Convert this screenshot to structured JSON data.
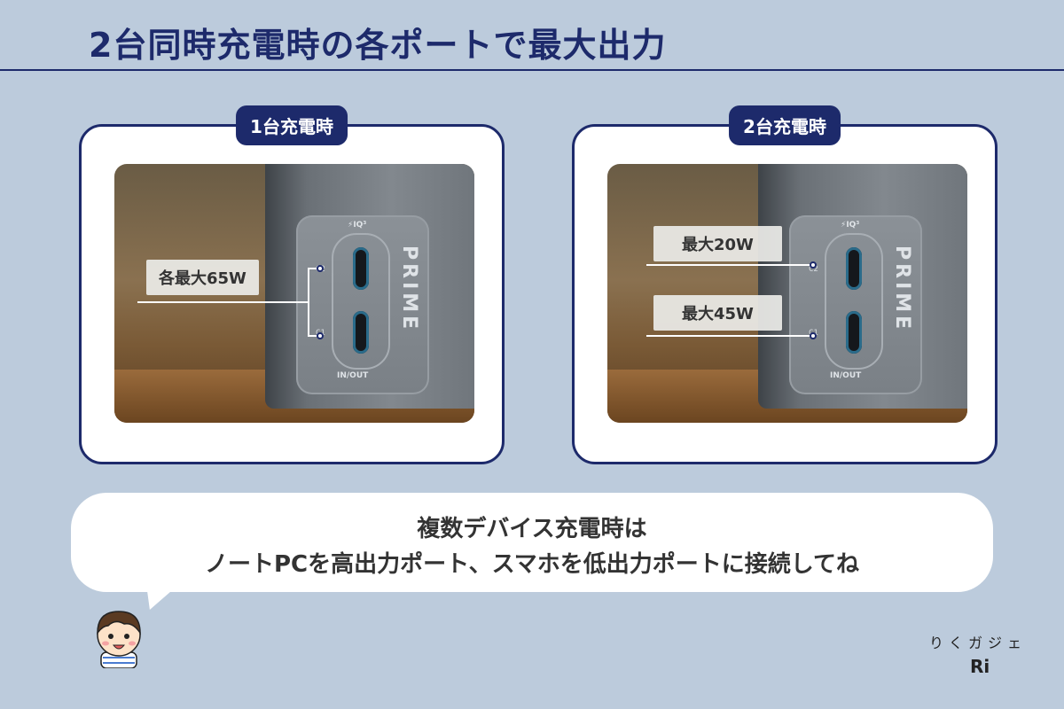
{
  "title": "2台同時充電時の各ポートで最大出力",
  "panels": {
    "left": {
      "tag": "1台充電時",
      "label": "各最大65W",
      "brand": "PRIME",
      "iq_mark": "⚡IQ³",
      "port_c2": "C2",
      "port_c1": "C1",
      "inout": "IN/OUT"
    },
    "right": {
      "tag": "2台充電時",
      "label_top": "最大20W",
      "label_bottom": "最大45W",
      "brand": "PRIME",
      "iq_mark": "⚡IQ³",
      "port_c2": "C2",
      "port_c1": "C1",
      "inout": "IN/OUT"
    }
  },
  "bubble": {
    "line1": "複数デバイス充電時は",
    "line2": "ノートPCを高出力ポート、スマホを低出力ポートに接続してね"
  },
  "signature": {
    "kana": "りくガジェ",
    "name": "Ri"
  },
  "colors": {
    "navy": "#1d2a6b",
    "background": "#bccbdc",
    "panel": "#ffffff"
  }
}
